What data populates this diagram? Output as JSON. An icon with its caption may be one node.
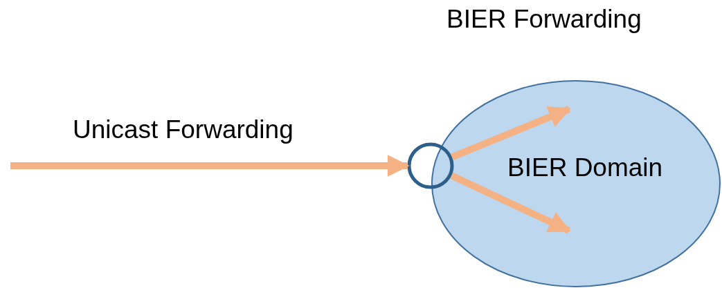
{
  "diagram": {
    "nodes": [
      {
        "text": [
          "BIER Forwarding",
          "BIER Domain"
        ]
      },
      {
        "text": [],
        "shape": "circle"
      }
    ],
    "edges": [
      {
        "from": null,
        "to": 1,
        "arrow": "to",
        "label": "Unicast Forwarding"
      },
      {
        "from": 1,
        "to": 0,
        "arrow": "to"
      },
      {
        "from": 1,
        "to": 0,
        "arrow": "to"
      }
    ]
  }
}
